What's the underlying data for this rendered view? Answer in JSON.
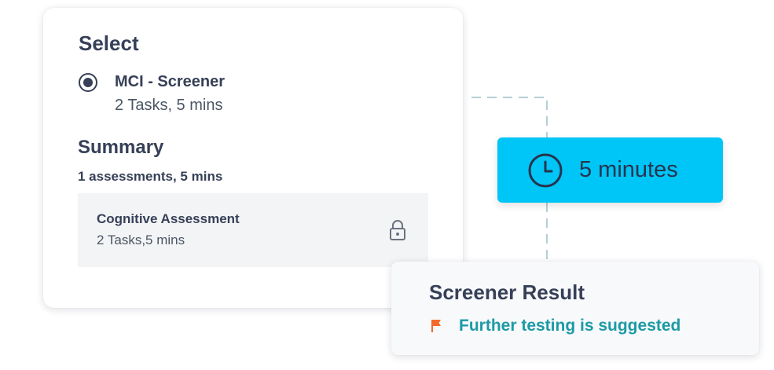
{
  "select_card": {
    "title": "Select",
    "option": {
      "name": "MCI - Screener",
      "meta": "2 Tasks, 5 mins",
      "selected": true
    },
    "summary": {
      "title": "Summary",
      "meta": "1 assessments, 5 mins",
      "assessment": {
        "name": "Cognitive Assessment",
        "meta": "2 Tasks,5 mins",
        "icon": "lock-icon"
      }
    }
  },
  "time_badge": {
    "icon": "clock-icon",
    "label": "5 minutes",
    "color": "#00c5f7"
  },
  "result_card": {
    "title": "Screener Result",
    "status_icon": "flag-icon",
    "status": "Further testing is suggested",
    "status_color": "#1c9aa6",
    "flag_color": "#f26b2a"
  }
}
